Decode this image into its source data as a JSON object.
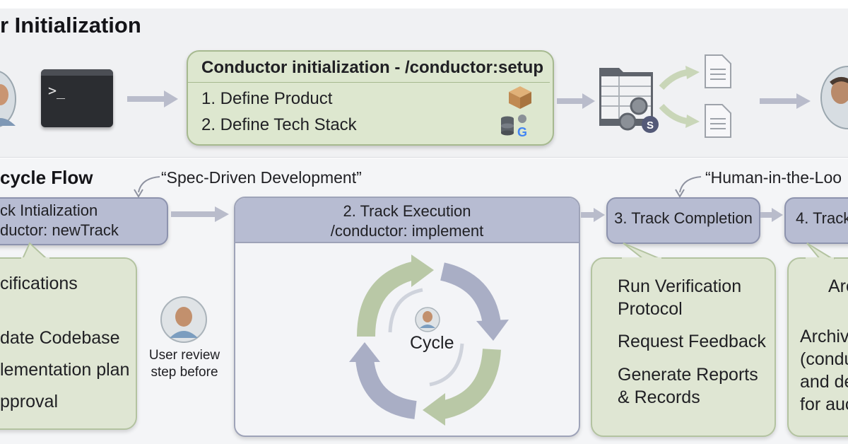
{
  "init": {
    "section_title": "r Initialization",
    "box_title": "Conductor initialization - /conductor:setup",
    "step1": "1. Define Product",
    "step2": "2. Define Tech Stack"
  },
  "flow": {
    "section_title": "cycle Flow",
    "quote_left": "“Spec-Driven Development”",
    "quote_right": "“Human-in-the-Loo",
    "track_init_line1": "ck Intialization",
    "track_init_line2": "ductor: newTrack",
    "track_exec_line1": "2. Track Execution",
    "track_exec_line2": "/conductor: implement",
    "track_completion": "3. Track Completion",
    "track4": "4. Track",
    "left_items": [
      "cifications",
      "date Codebase",
      "lementation plan",
      "pproval"
    ],
    "user_review_line1": "User review",
    "user_review_line2": "step before",
    "cycle_label": "Cycle",
    "completion_items": [
      "Run Verification",
      "Protocol",
      "Request Feedback",
      "Generate Reports",
      "& Records"
    ],
    "archive_items": [
      "Arc",
      "Archiv",
      "(condu",
      "and de",
      "for auc"
    ]
  },
  "colors": {
    "green_box": "#dde7cf",
    "blue_box": "#b7bcd2",
    "arrow": "#b9bccb"
  }
}
